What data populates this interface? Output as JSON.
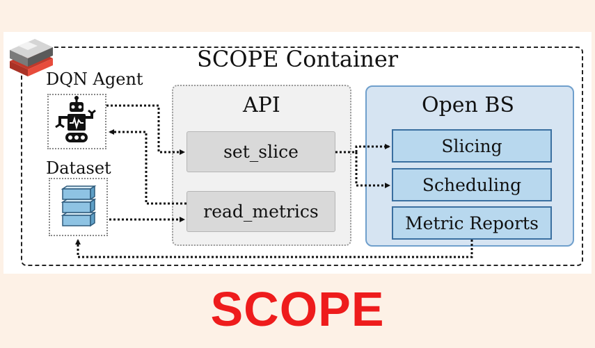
{
  "diagram": {
    "container_title": "SCOPE Container",
    "agent_label": "DQN Agent",
    "dataset_label": "Dataset",
    "api_title": "API",
    "api_functions": [
      "set_slice",
      "read_metrics"
    ],
    "bs_title": "Open BS",
    "bs_modules": [
      "Slicing",
      "Scheduling",
      "Metric Reports"
    ]
  },
  "footer": {
    "brand": "SCOPE"
  },
  "colors": {
    "brand": "#ee1c1c",
    "bs_fill": "#d6e4f2",
    "module_fill": "#b8d8ee",
    "background": "#fdf1e6"
  },
  "icons": [
    "container-logo-icon",
    "robot-icon",
    "database-icon"
  ]
}
